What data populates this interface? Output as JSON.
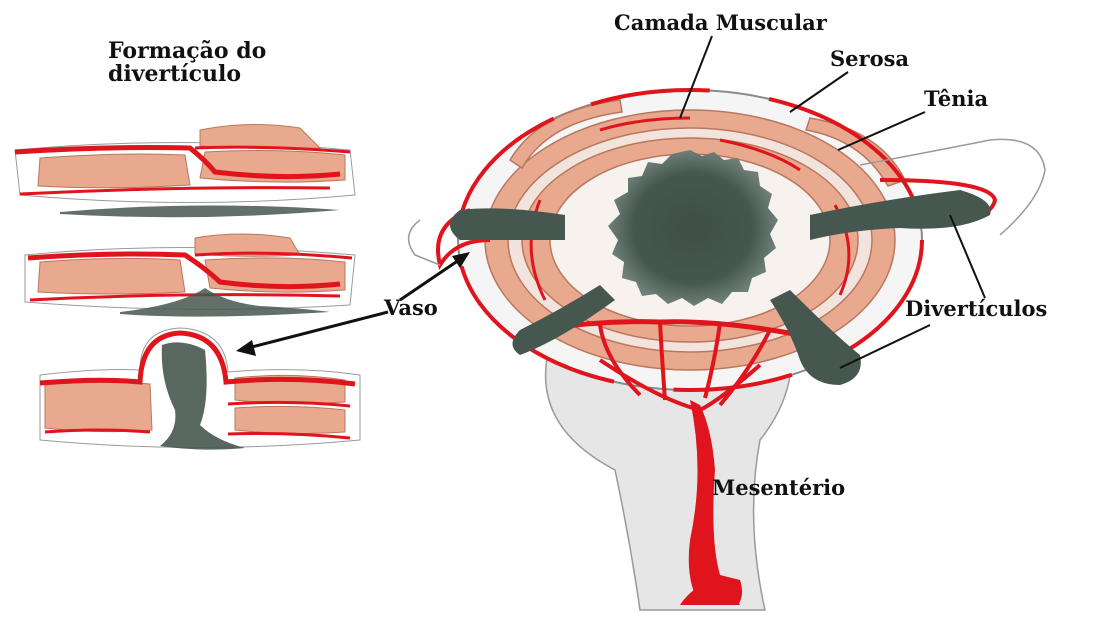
{
  "labels": {
    "formacao": "Formação do\ndivertículo",
    "camada_muscular": "Camada Muscular",
    "serosa": "Serosa",
    "tenia": "Tênia",
    "vaso": "Vaso",
    "diverticulos": "Divertículos",
    "mesenterio": "Mesentério"
  },
  "colors": {
    "vessel": "#e0141c",
    "muscle": "#e8a98e",
    "mucosa": "#46574f",
    "serosa_line": "#8a8a8a",
    "mesentery": "#e6e6e6"
  }
}
